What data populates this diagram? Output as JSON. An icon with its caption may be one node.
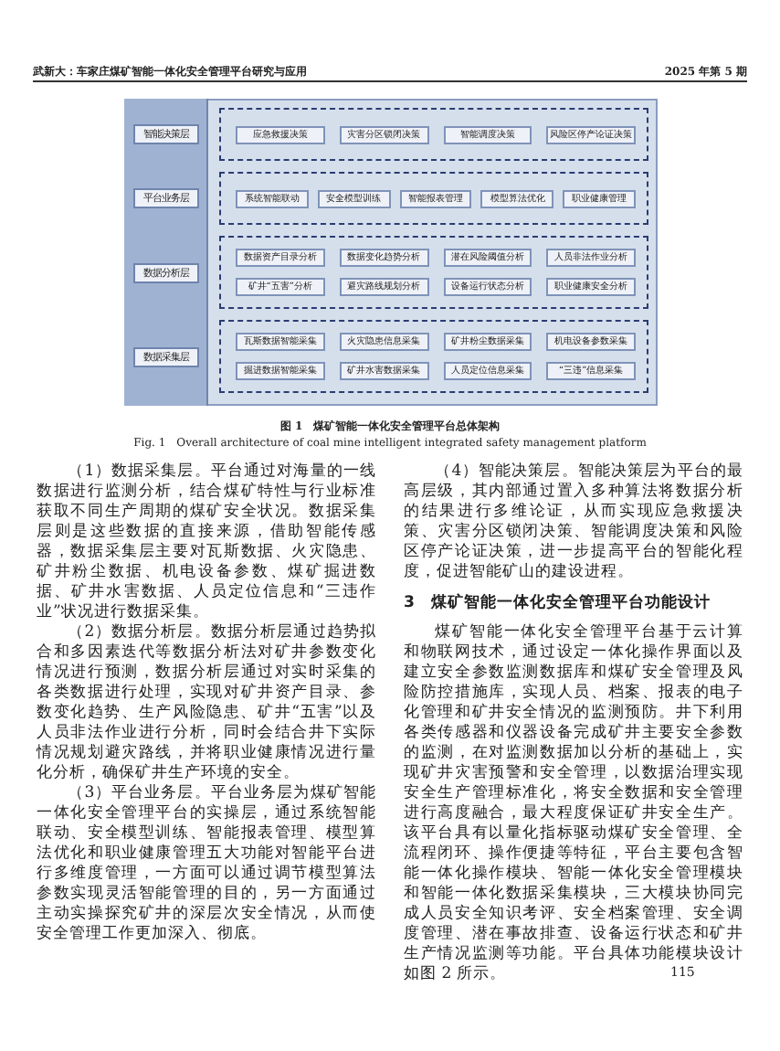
{
  "diagram": {
    "caption": "图 1　煤矿智能一体化安全管理平台总体架构",
    "nodes": [
      {
        "text": [
          "智能决策层"
        ]
      },
      {
        "text": [],
        "shape": "box"
      },
      {
        "text": [
          "应急救援决策"
        ],
        "in": 1
      },
      {
        "text": [
          "灾害分区锁闭决策"
        ],
        "in": 1
      },
      {
        "text": [
          "智能调度决策"
        ],
        "in": 1
      },
      {
        "text": [
          "风险区停产论证决策"
        ],
        "in": 1
      },
      {
        "text": [
          "平台业务层"
        ]
      },
      {
        "text": [],
        "shape": "box"
      },
      {
        "text": [
          "系统智能联动"
        ],
        "in": 7
      },
      {
        "text": [
          "安全模型训练"
        ],
        "in": 7
      },
      {
        "text": [
          "智能报表管理"
        ],
        "in": 7
      },
      {
        "text": [
          "模型算法优化"
        ],
        "in": 7
      },
      {
        "text": [
          "职业健康管理"
        ],
        "in": 7
      },
      {
        "text": [
          "数据分析层"
        ]
      },
      {
        "text": [],
        "shape": "box"
      },
      {
        "text": [
          "数据资产目录分析"
        ],
        "in": 14
      },
      {
        "text": [
          "数据变化趋势分析"
        ],
        "in": 14
      },
      {
        "text": [
          "潜在风险阈值分析"
        ],
        "in": 14
      },
      {
        "text": [
          "人员非法作业分析"
        ],
        "in": 14
      },
      {
        "text": [
          "矿井“五害”分析"
        ],
        "in": 14
      },
      {
        "text": [
          "避灾路线规划分析"
        ],
        "in": 14
      },
      {
        "text": [
          "设备运行状态分析"
        ],
        "in": 14
      },
      {
        "text": [
          "职业健康安全分析"
        ],
        "in": 14
      },
      {
        "text": [
          "数据采集层"
        ]
      },
      {
        "text": [],
        "shape": "box"
      },
      {
        "text": [
          "瓦斯数据智能采集"
        ],
        "in": 24
      },
      {
        "text": [
          "火灾隐患信息采集"
        ],
        "in": 24
      },
      {
        "text": [
          "矿井粉尘数据采集"
        ],
        "in": 24
      },
      {
        "text": [
          "机电设备参数采集"
        ],
        "in": 24
      },
      {
        "text": [
          "掘进数据智能采集"
        ],
        "in": 24
      },
      {
        "text": [
          "矿井水害数据采集"
        ],
        "in": 24
      },
      {
        "text": [
          "人员定位信息采集"
        ],
        "in": 24
      },
      {
        "text": [
          "“三违”信息采集"
        ],
        "in": 24
      }
    ],
    "edges": [],
    "labels": [
      "武新大：车家庄煤矿智能一体化安全管理平台研究与应用",
      "2025 年第 5 期",
      "Fig. 1　Overall architecture of coal mine intelligent integrated safety management platform",
      "（1）数据采集层。平台通过对海量的一线数据进行监测分析，结合煤矿特性与行业标准获取不同生产周期的煤矿安全状况。数据采集层则是这些数据的直接来源，借助智能传感器，数据采集层主要对瓦斯数据、火灾隐患、矿井粉尘数据、机电设备参数、煤矿掘进数据、矿井水害数据、人员定位信息和“三违作业”状况进行数据采集。",
      "（2）数据分析层。数据分析层通过趋势拟合和多因素迭代等数据分析法对矿井参数变化情况进行预测，数据分析层通过对实时采集的各类数据进行处理，实现对矿井资产目录、参数变化趋势、生产风险隐患、矿井“五害”以及人员非法作业进行分析，同时会结合井下实际情况规划避灾路线，并将职业健康情况进行量化分析，确保矿井生产环境的安全。",
      "（3）平台业务层。平台业务层为煤矿智能一体化安全管理平台的实操层，通过系统智能联动、安全模型训练、智能报表管理、模型算法优化和职业健康管理五大功能对智能平台进行多维度管理，一方面可以通过调节模型算法参数实现灵活智能管理的目的，另一方面通过主动实操探究矿井的深层次安全情况，从而使安全管理工作更加深入、彻底。",
      "（4）智能决策层。智能决策层为平台的最高层级，其内部通过置入多种算法将数据分析的结果进行多维论证，从而实现应急救援决策、灾害分区锁闭决策、智能调度决策和风险区停产论证决策，进一步提高平台的智能化程度，促进智能矿山的建设进程。",
      "3　煤矿智能一体化安全管理平台功能设计",
      "煤矿智能一体化安全管理平台基于云计算和物联网技术，通过设定一体化操作界面以及建立安全参数监测数据库和煤矿安全管理及风险防控措施库，实现人员、档案、报表的电子化管理和矿井安全情况的监测预防。井下利用各类传感器和仪器设备完成矿井主要安全参数的监测，在对监测数据加以分析的基础上，实现矿井灾害预警和安全管理，以数据治理实现安全生产管理标准化，将安全数据和安全管理进行高度融合，最大程度保证矿井安全生产。该平台具有以量化指标驱动煤矿安全管理、全流程闭环、操作便捷等特征，平台主要包含智能一体化操作模块、智能一体化安全管理模块和智能一体化数据采集模块，三大模块协同完成人员安全知识考评、安全档案管理、安全调度管理、潜在事故排查、设备运行状态和矿井生产情况监测等功能。平台具体功能模块设计如图 2 所示。",
      "115"
    ]
  }
}
